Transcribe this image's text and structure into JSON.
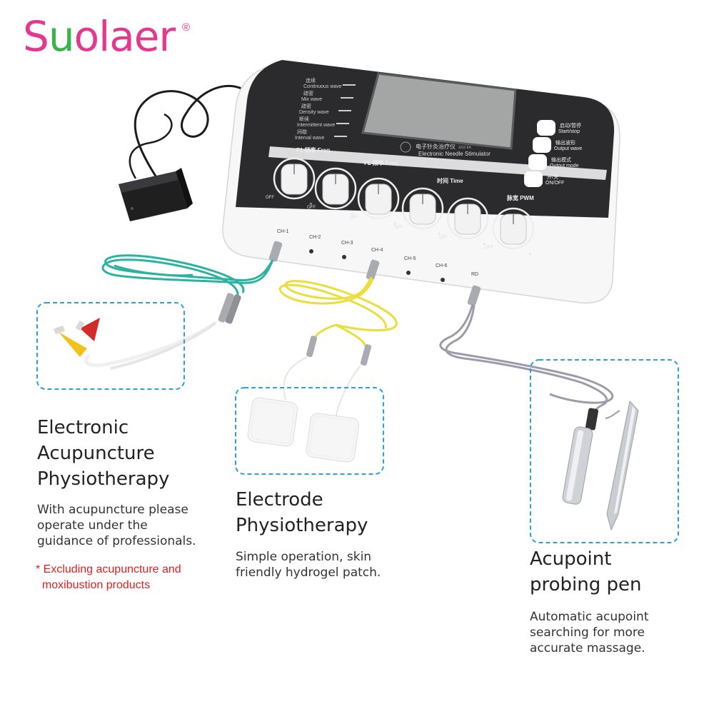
{
  "brand": {
    "name_before": "S",
    "name_accent": "u",
    "name_after": "olaer",
    "registered_mark": "®"
  },
  "device": {
    "name_cn": "电子针灸治疗仪",
    "name_en": "Electronic Needle Stimulator",
    "model": "SDZ-IIA",
    "wave_modes": [
      {
        "cn": "连续",
        "en": "Continuous wave"
      },
      {
        "cn": "疏密",
        "en": "Mix wave"
      },
      {
        "cn": "疏密",
        "en": "Density wave"
      },
      {
        "cn": "断续",
        "en": "Intermittent wave"
      },
      {
        "cn": "间歇",
        "en": "Interval wave"
      }
    ],
    "buttons": [
      {
        "cn": "启动/暂停",
        "en": "Start/stop"
      },
      {
        "cn": "输出波形",
        "en": "Output wave"
      },
      {
        "cn": "输出模式",
        "en": "Output mode"
      },
      {
        "cn": "开/关",
        "en": "ON/OFF"
      }
    ],
    "section_labels": {
      "f1": "F1 频率 Freq",
      "f2": "F2 频率 Freq",
      "time": "时间 Time",
      "pwm": "脉宽 PWM"
    },
    "knob_off": "OFF",
    "knob_plus": "+",
    "channels": [
      "CH-1",
      "CH-2",
      "CH-3",
      "CH-4",
      "CH-5",
      "CH-6",
      "RD"
    ]
  },
  "sections": {
    "acupuncture": {
      "title_lines": [
        "Electronic",
        "Acupuncture",
        "Physiotherapy"
      ],
      "desc_lines": [
        "With acupuncture please",
        "operate under the",
        "guidance of professionals."
      ],
      "note_lines": [
        "* Excluding acupuncture and",
        "  moxibustion products"
      ]
    },
    "electrode": {
      "title_lines": [
        "Electrode",
        "Physiotherapy"
      ],
      "desc_lines": [
        "Simple operation, skin",
        "friendly hydrogel patch."
      ]
    },
    "pen": {
      "title_lines": [
        "Acupoint",
        "probing pen"
      ],
      "desc_lines": [
        "Automatic acupoint",
        "searching for more",
        "accurate massage."
      ]
    }
  },
  "colors": {
    "brand_pink": "#e5378e",
    "brand_green": "#38b44a",
    "note_red": "#e02020",
    "dashed_box": "#2aa3dc",
    "device_body": "#2b2b2d",
    "cable_green": "#2bb3a0",
    "cable_yellow": "#e9de3a",
    "cable_gray": "#9d9ba9"
  }
}
